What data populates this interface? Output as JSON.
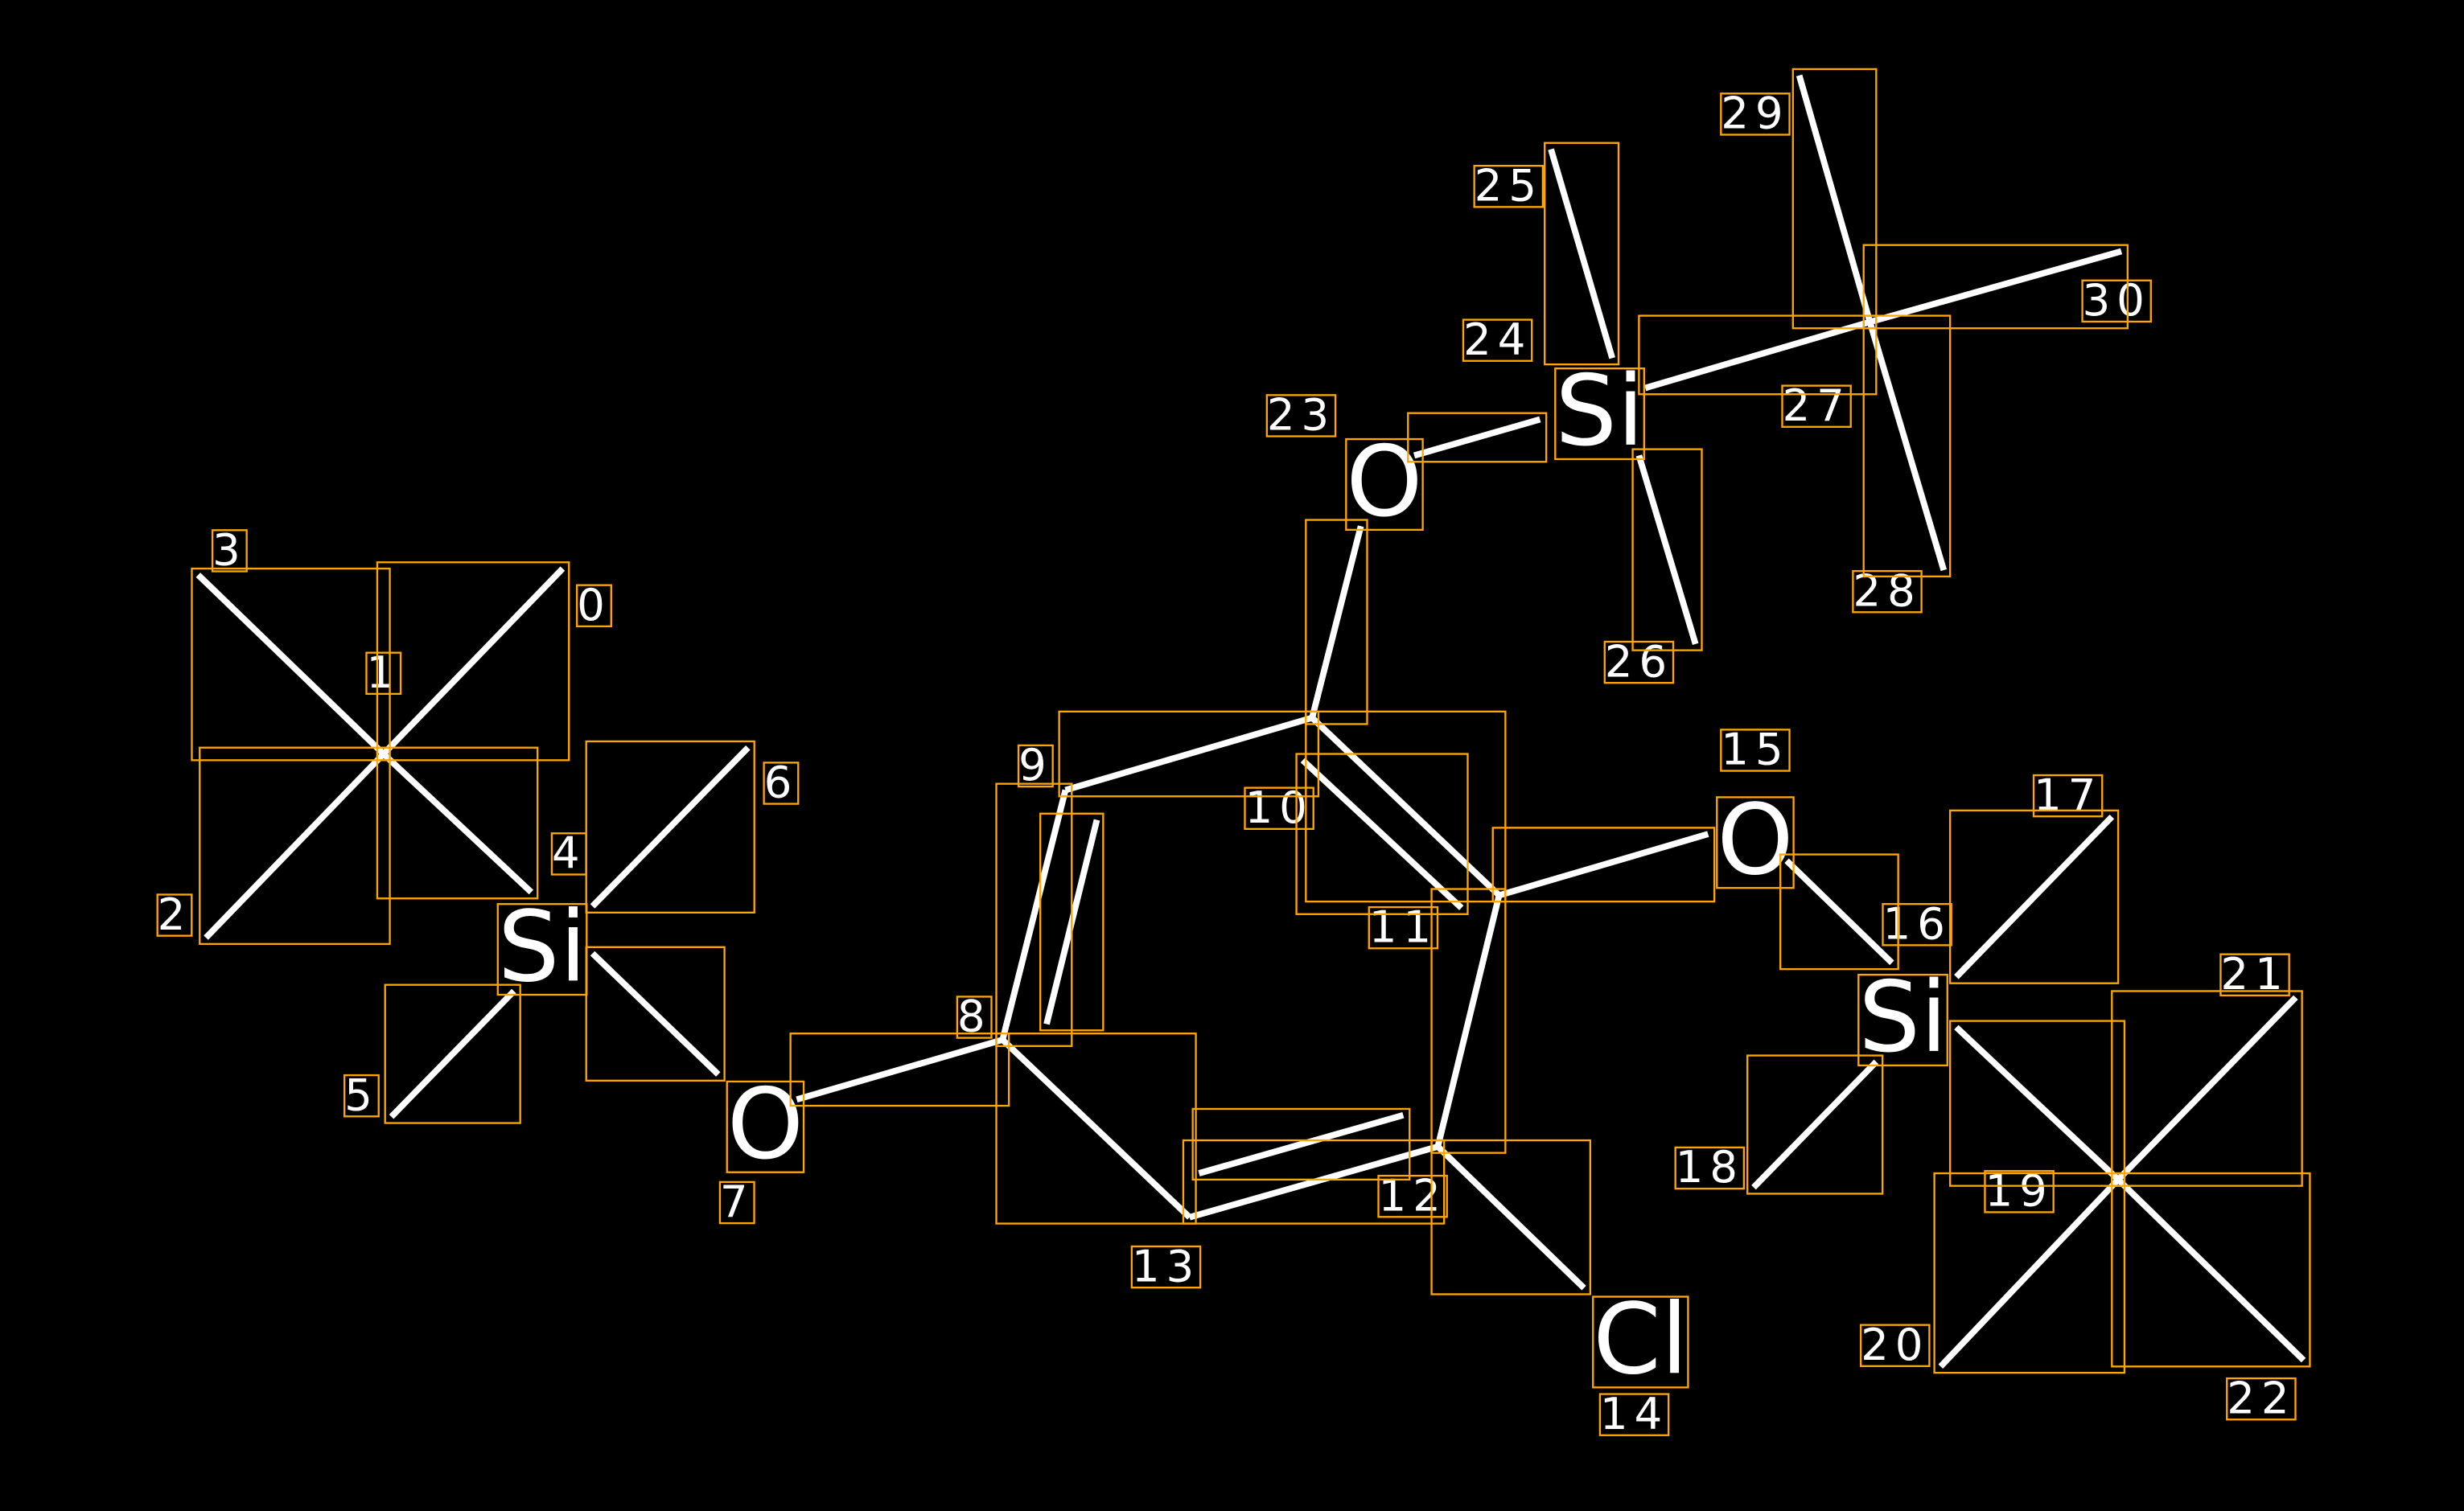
{
  "diagram": {
    "colors": {
      "background": "#000000",
      "bond": "#FFFFFF",
      "box": "#FFA500",
      "text": "#FFFFFF"
    },
    "atoms": [
      {
        "id": "si-a",
        "label": "Si"
      },
      {
        "id": "o-a",
        "label": "O"
      },
      {
        "id": "o-b",
        "label": "O"
      },
      {
        "id": "si-b",
        "label": "Si"
      },
      {
        "id": "o-c",
        "label": "O"
      },
      {
        "id": "si-c",
        "label": "Si"
      },
      {
        "id": "cl",
        "label": "Cl"
      }
    ],
    "indices": [
      "0",
      "1",
      "2",
      "3",
      "4",
      "5",
      "6",
      "7",
      "8",
      "9",
      "10",
      "11",
      "12",
      "13",
      "14",
      "15",
      "16",
      "17",
      "18",
      "19",
      "20",
      "21",
      "22",
      "23",
      "24",
      "25",
      "26",
      "27",
      "28",
      "29",
      "30"
    ]
  }
}
